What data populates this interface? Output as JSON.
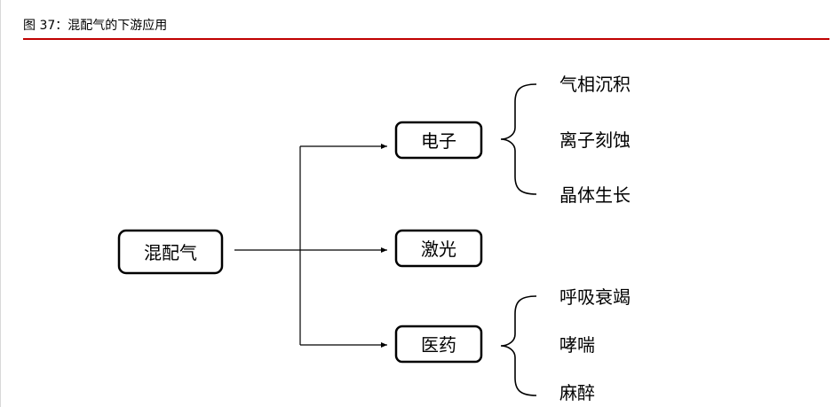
{
  "caption": {
    "title": "图 37：混配气的下游应用"
  },
  "colors": {
    "accent_rule": "#c00000",
    "node_border": "#000000",
    "connector": "#000000"
  },
  "diagram": {
    "root": "混配气",
    "branches": [
      {
        "label": "电子",
        "leaves": [
          "气相沉积",
          "离子刻蚀",
          "晶体生长"
        ]
      },
      {
        "label": "激光",
        "leaves": []
      },
      {
        "label": "医药",
        "leaves": [
          "呼吸衰竭",
          "哮喘",
          "麻醉"
        ]
      }
    ]
  }
}
